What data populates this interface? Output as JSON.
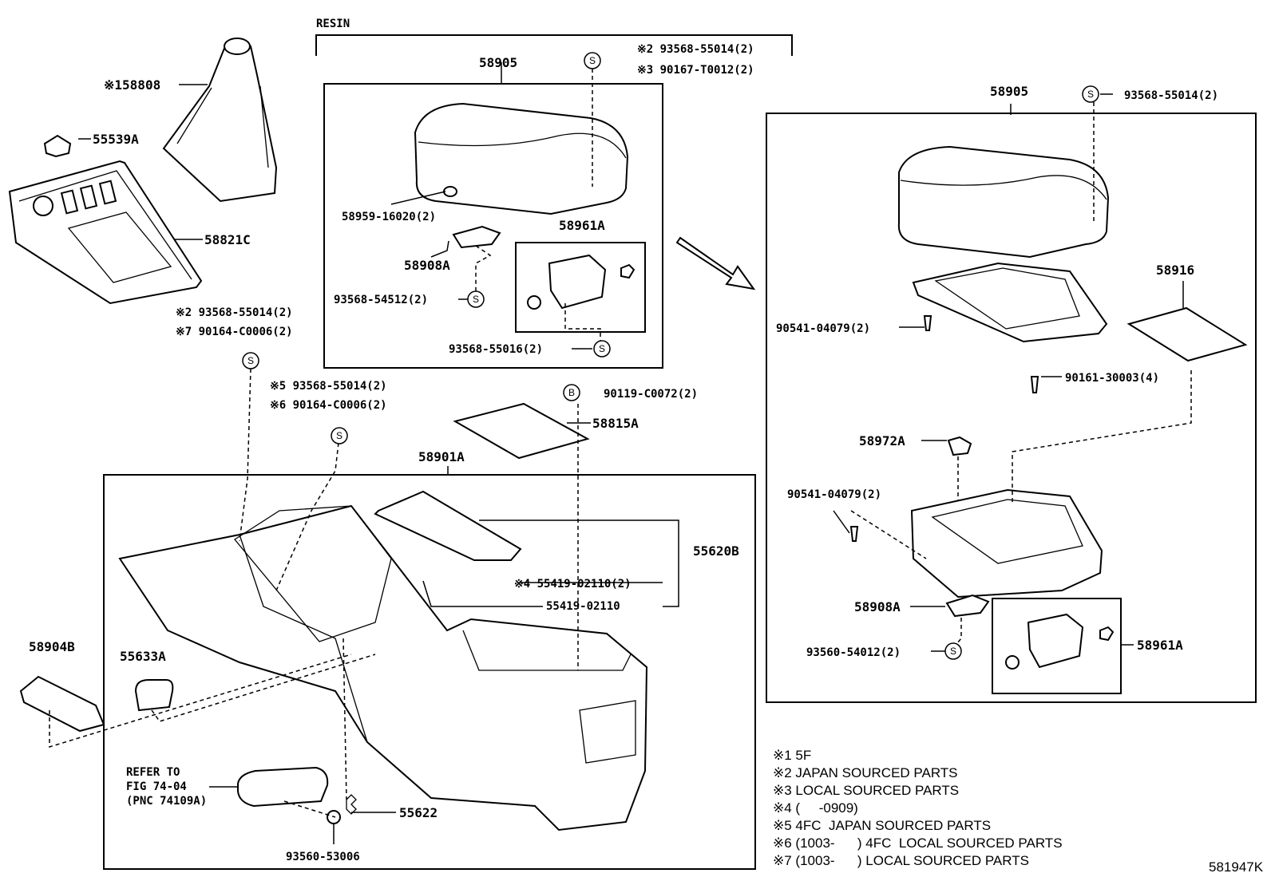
{
  "diagram": {
    "resin_label": "RESIN",
    "figure_code": "581947K",
    "refer": {
      "line1": "REFER TO",
      "line2": "FIG 74-04",
      "line3": "(PNC 74109A)"
    },
    "symbols": {
      "s": "S",
      "b": "B"
    },
    "parts": {
      "p58808": "※158808",
      "p55539A": "55539A",
      "p58821C": "58821C",
      "p_l_sc1": "※2 93568-55014(2)",
      "p_l_sc2": "※7 90164-C0006(2)",
      "p_m_sc1": "※5 93568-55014(2)",
      "p_m_sc2": "※6 90164-C0006(2)",
      "p58905_a": "58905",
      "p_top_sc1": "※2 93568-55014(2)",
      "p_top_sc2": "※3 90167-T0012(2)",
      "p58959": "58959-16020(2)",
      "p58908A_a": "58908A",
      "p93568_54512": "93568-54512(2)",
      "p58961A_a": "58961A",
      "p93568_55016": "93568-55016(2)",
      "p90119": "90119-C0072(2)",
      "p58815A": "58815A",
      "p58901A": "58901A",
      "p55620B": "55620B",
      "p55419_2": "※4 55419-02110(2)",
      "p55419": "55419-02110",
      "p58904B": "58904B",
      "p55633A": "55633A",
      "p55622": "55622",
      "p93560_53006": "93560-53006",
      "p58905_b": "58905",
      "p93568_55014_r": "93568-55014(2)",
      "p58916": "58916",
      "p90541_a": "90541-04079(2)",
      "p90161": "90161-30003(4)",
      "p58972A": "58972A",
      "p90541_b": "90541-04079(2)",
      "p58908A_b": "58908A",
      "p93560_54012": "93560-54012(2)",
      "p58961A_b": "58961A"
    },
    "notes": [
      "※1 5F",
      "※2 JAPAN SOURCED PARTS",
      "※3 LOCAL SOURCED PARTS",
      "※4 (     -0909)",
      "※5 4FC  JAPAN SOURCED PARTS",
      "※6 (1003-      ) 4FC  LOCAL SOURCED PARTS",
      "※7 (1003-      ) LOCAL SOURCED PARTS"
    ]
  }
}
